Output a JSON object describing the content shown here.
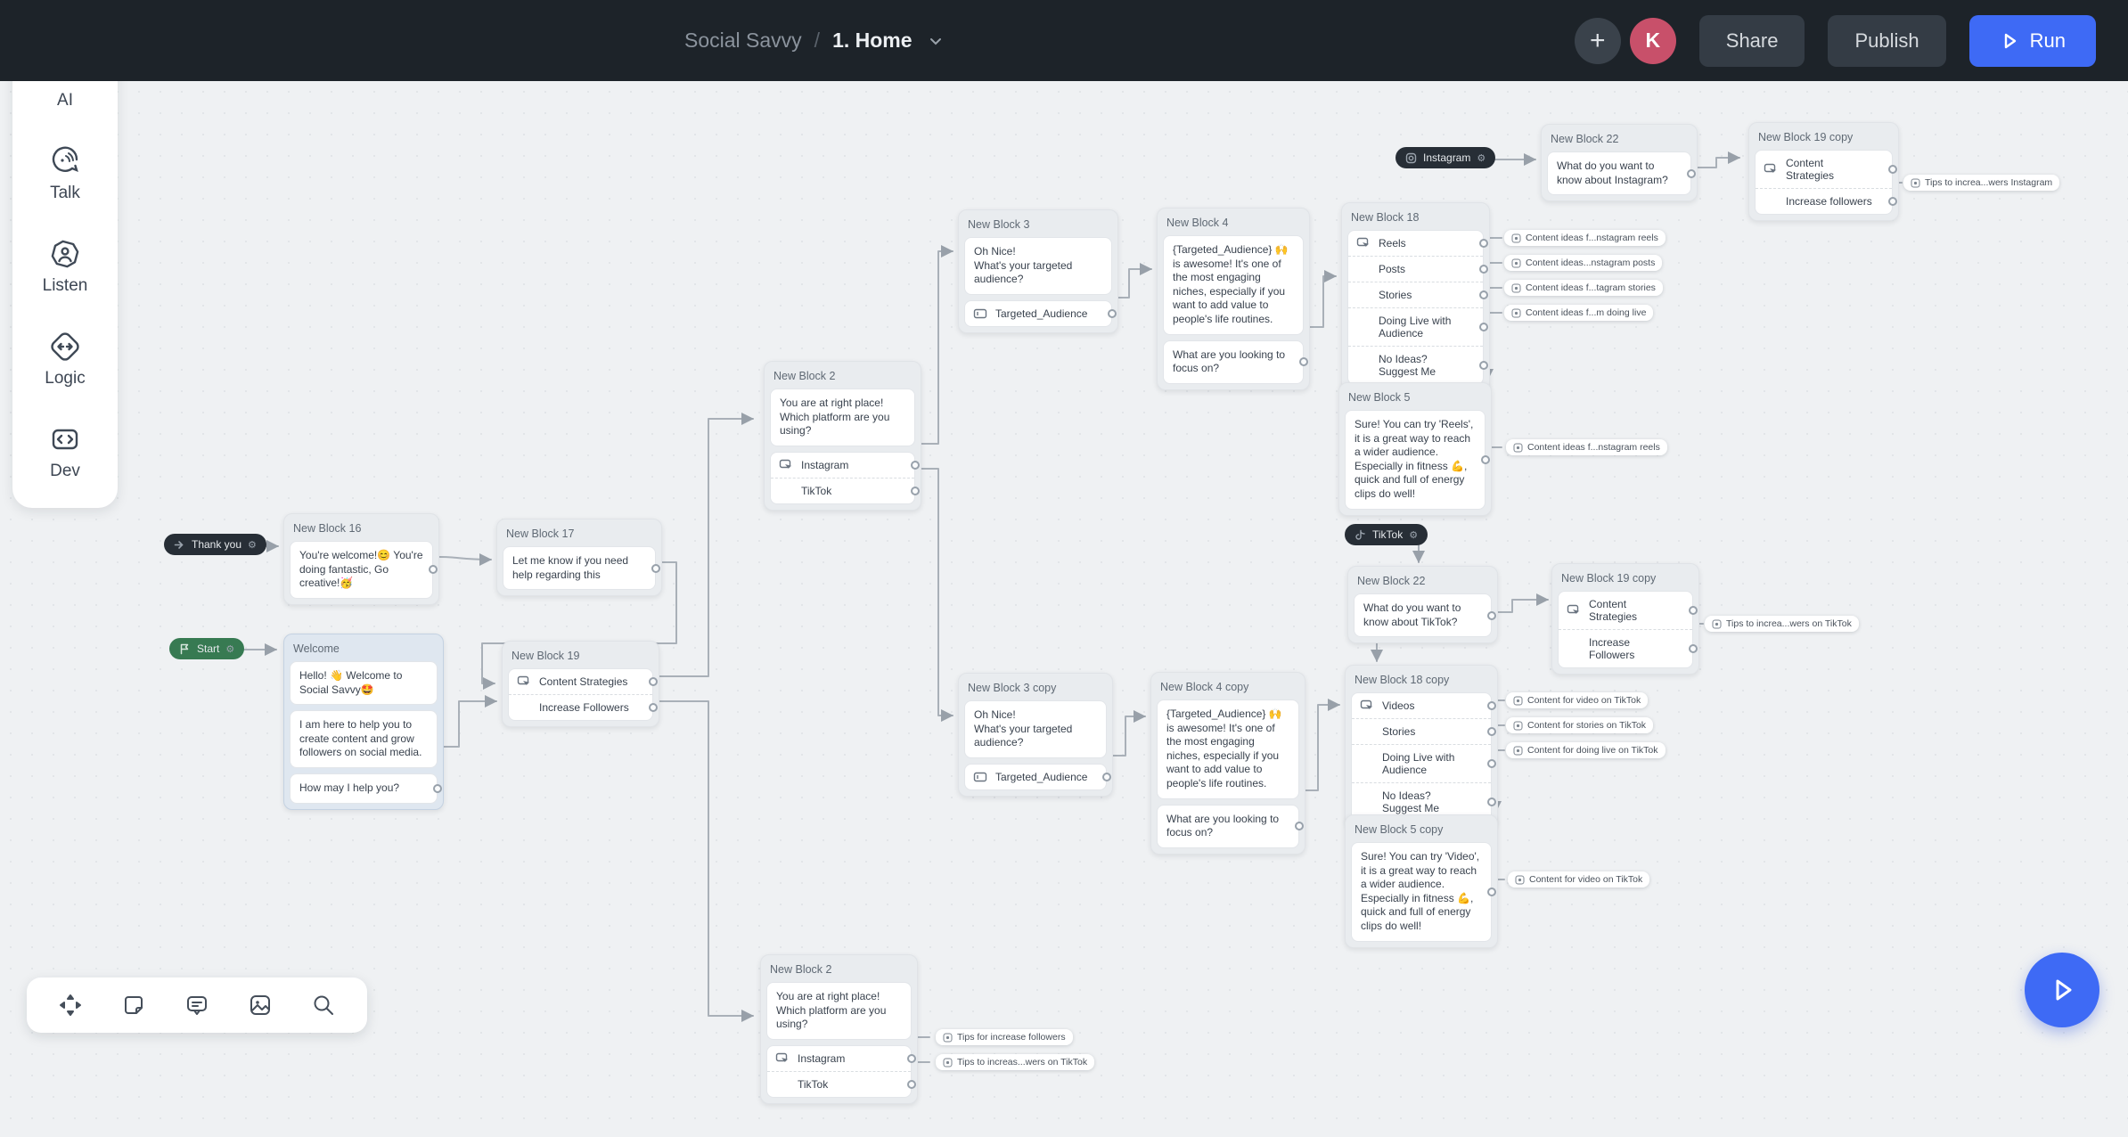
{
  "topbar": {
    "project": "Social Savvy",
    "separator": "/",
    "page": "1. Home",
    "plus": "+",
    "avatar_initial": "K",
    "share": "Share",
    "publish": "Publish",
    "run": "Run",
    "colors": {
      "bar": "#1d2329",
      "accent": "#3e6af5",
      "avatar": "#c8506a"
    }
  },
  "sidebar": {
    "items": [
      {
        "icon": "openai-ai-icon",
        "label": "AI"
      },
      {
        "icon": "talk-bubble-icon",
        "label": "Talk"
      },
      {
        "icon": "listen-user-icon",
        "label": "Listen"
      },
      {
        "icon": "logic-diamond-icon",
        "label": "Logic"
      },
      {
        "icon": "dev-code-icon",
        "label": "Dev"
      }
    ]
  },
  "badges": {
    "thank_you": "Thank you",
    "start": "Start",
    "instagram": "Instagram",
    "tiktok": "TikTok",
    "gear": "⚙"
  },
  "blocks": {
    "nb16": {
      "title": "New Block 16",
      "text": "You're welcome!😊 You're doing fantastic, Go creative!🥳"
    },
    "nb17": {
      "title": "New Block 17",
      "text": "Let me know if you need help regarding this"
    },
    "welcome": {
      "title": "Welcome",
      "bubble1": "Hello! 👋 Welcome to Social Savvy🤩",
      "bubble2": "I am here to help you to create content and grow followers on social media.",
      "bubble3": "How may I help you?"
    },
    "nb19": {
      "title": "New Block 19",
      "rows": [
        "Content Strategies",
        "Increase Followers"
      ]
    },
    "nb2": {
      "title": "New Block 2",
      "text": "You are at right place!\nWhich platform are you using?",
      "rows": [
        "Instagram",
        "TikTok"
      ]
    },
    "nb3": {
      "title": "New Block 3",
      "text": "Oh Nice!\nWhat's your targeted audience?",
      "input": "Targeted_Audience"
    },
    "nb4": {
      "title": "New Block 4",
      "bubble1": "{Targeted_Audience} 🙌 is awesome! It's one of the most engaging niches, especially if you want to add value to people's life routines.",
      "bubble2": "What are you looking to focus on?"
    },
    "nb18": {
      "title": "New Block 18",
      "rows": [
        "Reels",
        "Posts",
        "Stories",
        "Doing Live with Audience",
        "No Ideas? Suggest Me"
      ]
    },
    "nb22": {
      "title": "New Block 22",
      "text": "What do you want to know about Instagram?"
    },
    "nb19_copy_top": {
      "title": "New Block 19 copy",
      "rows": [
        "Content Strategies",
        "Increase followers"
      ]
    },
    "nb5": {
      "title": "New Block 5",
      "text": "Sure! You can try 'Reels', it is a great way to reach a wider audience.\nEspecially in fitness 💪, quick and full of energy clips do well!"
    },
    "nb22_tiktok": {
      "title": "New Block 22",
      "text": "What do you want to know about TikTok?"
    },
    "nb19_copy_bottom": {
      "title": "New Block 19 copy",
      "rows": [
        "Content Strategies",
        "Increase Followers"
      ]
    },
    "nb3_copy": {
      "title": "New Block 3 copy",
      "text": "Oh Nice!\nWhat's your targeted audience?",
      "input": "Targeted_Audience"
    },
    "nb4_copy": {
      "title": "New Block 4 copy",
      "bubble1": "{Targeted_Audience} 🙌 is awesome! It's one of the most engaging niches, especially if you want to add value to people's life routines.",
      "bubble2": "What are you looking to focus on?"
    },
    "nb18_copy": {
      "title": "New Block 18 copy",
      "rows": [
        "Videos",
        "Stories",
        "Doing Live with Audience",
        "No Ideas? Suggest Me"
      ]
    },
    "nb5_copy": {
      "title": "New Block 5 copy",
      "text": "Sure! You can try 'Video', it is a great way to reach a wider audience.\nEspecially in fitness 💪, quick and full of energy clips do well!"
    },
    "nb2_bottom": {
      "title": "New Block 2",
      "text": "You are at right place!\nWhich platform are you using?",
      "rows": [
        "Instagram",
        "TikTok"
      ]
    }
  },
  "edge_labels": {
    "ig_reels": "Content ideas f...nstagram reels",
    "ig_posts": "Content ideas...nstagram posts",
    "ig_stories": "Content ideas f...tagram stories",
    "ig_live": "Content ideas f...m doing live",
    "ig_reels2": "Content ideas f...nstagram reels",
    "ig_followers": "Tips to increa...wers Instagram",
    "tt_followers": "Tips to increa...wers on TikTok",
    "tt_video": "Content for video on TikTok",
    "tt_stories": "Content for stories on TikTok",
    "tt_live": "Content for doing live on TikTok",
    "tt_video2": "Content for video on TikTok",
    "followers_generic": "Tips for increase followers",
    "tt_followers2": "Tips to increas...wers on TikTok"
  }
}
